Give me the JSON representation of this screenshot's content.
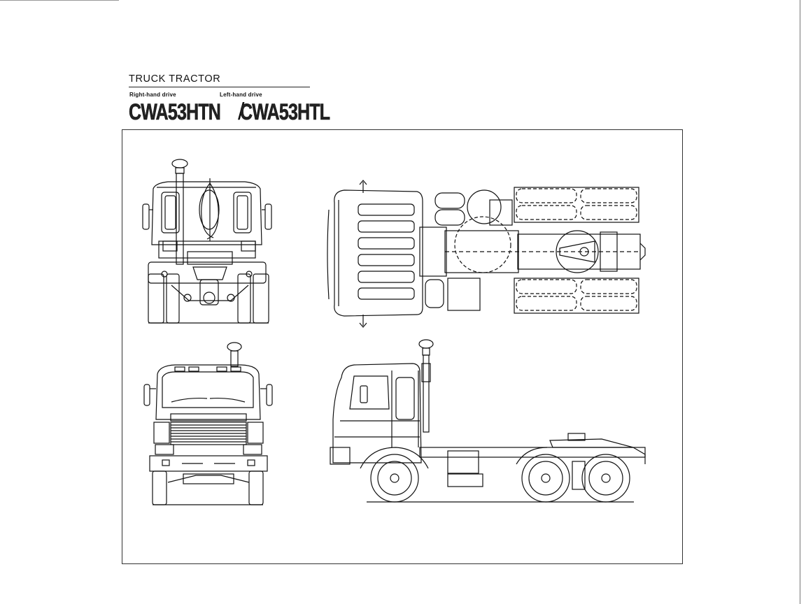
{
  "document": {
    "title": "TRUCK TRACTOR",
    "drive_labels": {
      "right": "Right-hand drive",
      "left": "Left-hand drive"
    },
    "models": {
      "right_hand": "CWA53HTN",
      "separator": "/",
      "left_hand": "CWA53HTL"
    }
  },
  "drawings": {
    "views": [
      {
        "id": "rear",
        "icon": "truck-rear-view"
      },
      {
        "id": "top",
        "icon": "truck-top-view"
      },
      {
        "id": "front",
        "icon": "truck-front-view"
      },
      {
        "id": "side",
        "icon": "truck-side-view"
      }
    ]
  },
  "colors": {
    "ink": "#111111",
    "paper": "#ffffff"
  }
}
